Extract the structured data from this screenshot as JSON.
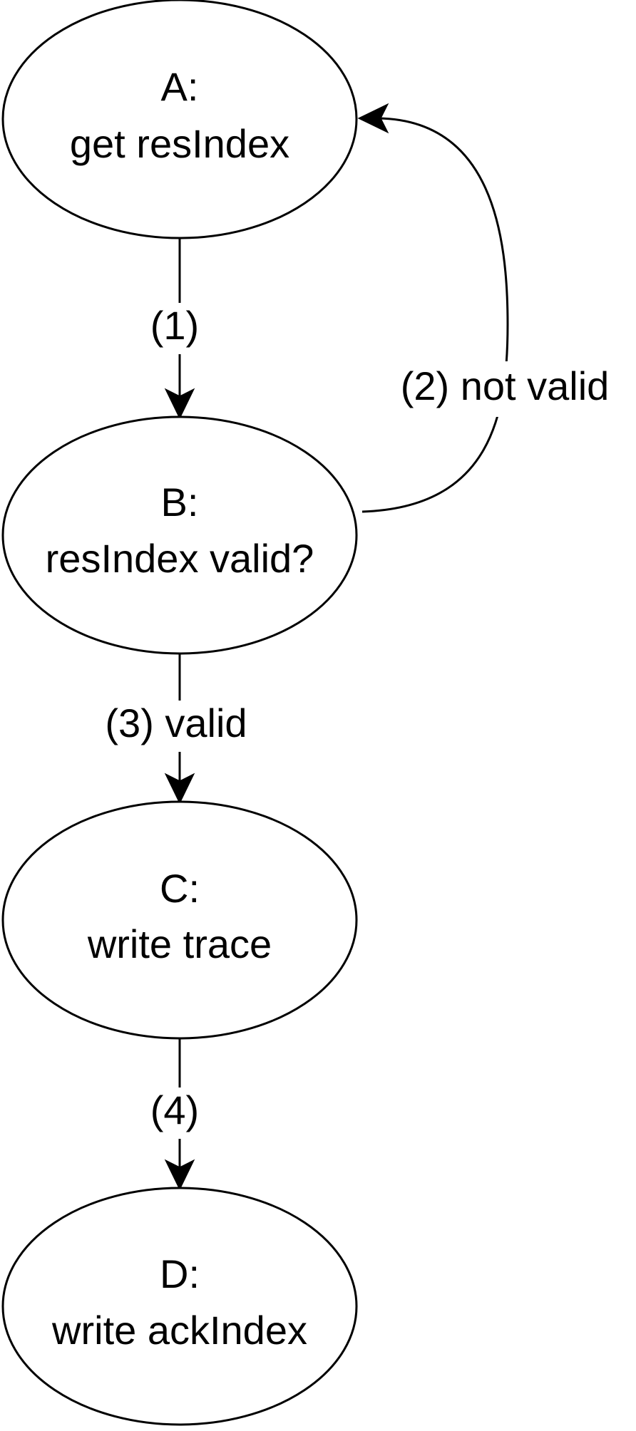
{
  "diagram": {
    "nodes": [
      {
        "id": "A",
        "line1": "A:",
        "line2": "get resIndex"
      },
      {
        "id": "B",
        "line1": "B:",
        "line2": "resIndex valid?"
      },
      {
        "id": "C",
        "line1": "C:",
        "line2": "write trace"
      },
      {
        "id": "D",
        "line1": "D:",
        "line2": "write ackIndex"
      }
    ],
    "edges": [
      {
        "from": "A",
        "to": "B",
        "label": "(1)"
      },
      {
        "from": "B",
        "to": "A",
        "label": "(2) not valid"
      },
      {
        "from": "B",
        "to": "C",
        "label": "(3) valid"
      },
      {
        "from": "C",
        "to": "D",
        "label": "(4)"
      }
    ],
    "colors": {
      "stroke": "#000000",
      "fill": "#ffffff",
      "text": "#000000"
    }
  }
}
